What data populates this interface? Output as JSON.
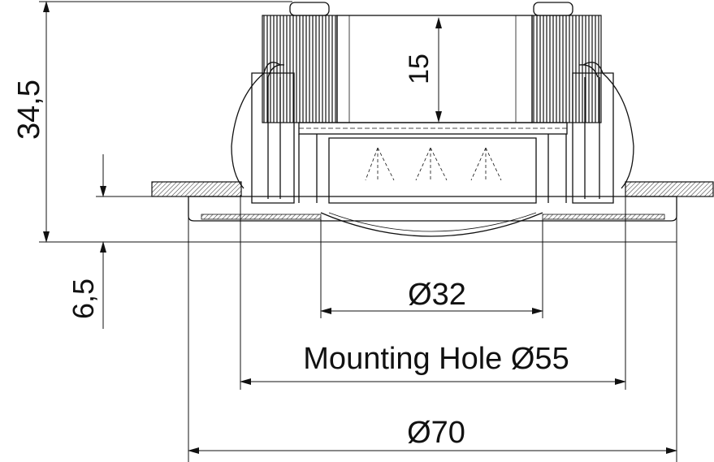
{
  "dimensions": {
    "total_height": "34,5",
    "heatsink_height": "15",
    "recess_depth": "6,5",
    "lens_diameter": "Ø32",
    "mounting_hole": "Mounting Hole Ø55",
    "outer_diameter": "Ø70"
  }
}
